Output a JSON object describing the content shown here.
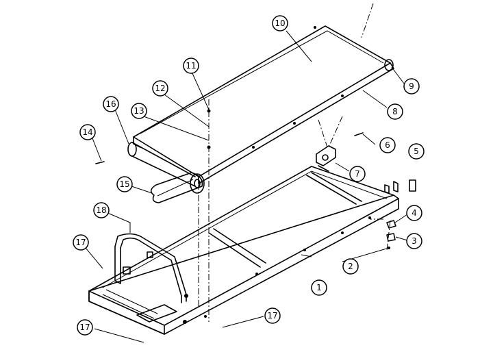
{
  "callouts": [
    {
      "id": "c1",
      "label": "1"
    },
    {
      "id": "c2",
      "label": "2"
    },
    {
      "id": "c3",
      "label": "3"
    },
    {
      "id": "c4",
      "label": "4"
    },
    {
      "id": "c5",
      "label": "5"
    },
    {
      "id": "c6",
      "label": "6"
    },
    {
      "id": "c7",
      "label": "7"
    },
    {
      "id": "c8",
      "label": "8"
    },
    {
      "id": "c9",
      "label": "9"
    },
    {
      "id": "c10",
      "label": "10"
    },
    {
      "id": "c11",
      "label": "11"
    },
    {
      "id": "c12",
      "label": "12"
    },
    {
      "id": "c13",
      "label": "13"
    },
    {
      "id": "c14",
      "label": "14"
    },
    {
      "id": "c15",
      "label": "15"
    },
    {
      "id": "c16",
      "label": "16"
    },
    {
      "id": "c17a",
      "label": "17"
    },
    {
      "id": "c17b",
      "label": "17"
    },
    {
      "id": "c17c",
      "label": "17"
    },
    {
      "id": "c18",
      "label": "18"
    }
  ]
}
